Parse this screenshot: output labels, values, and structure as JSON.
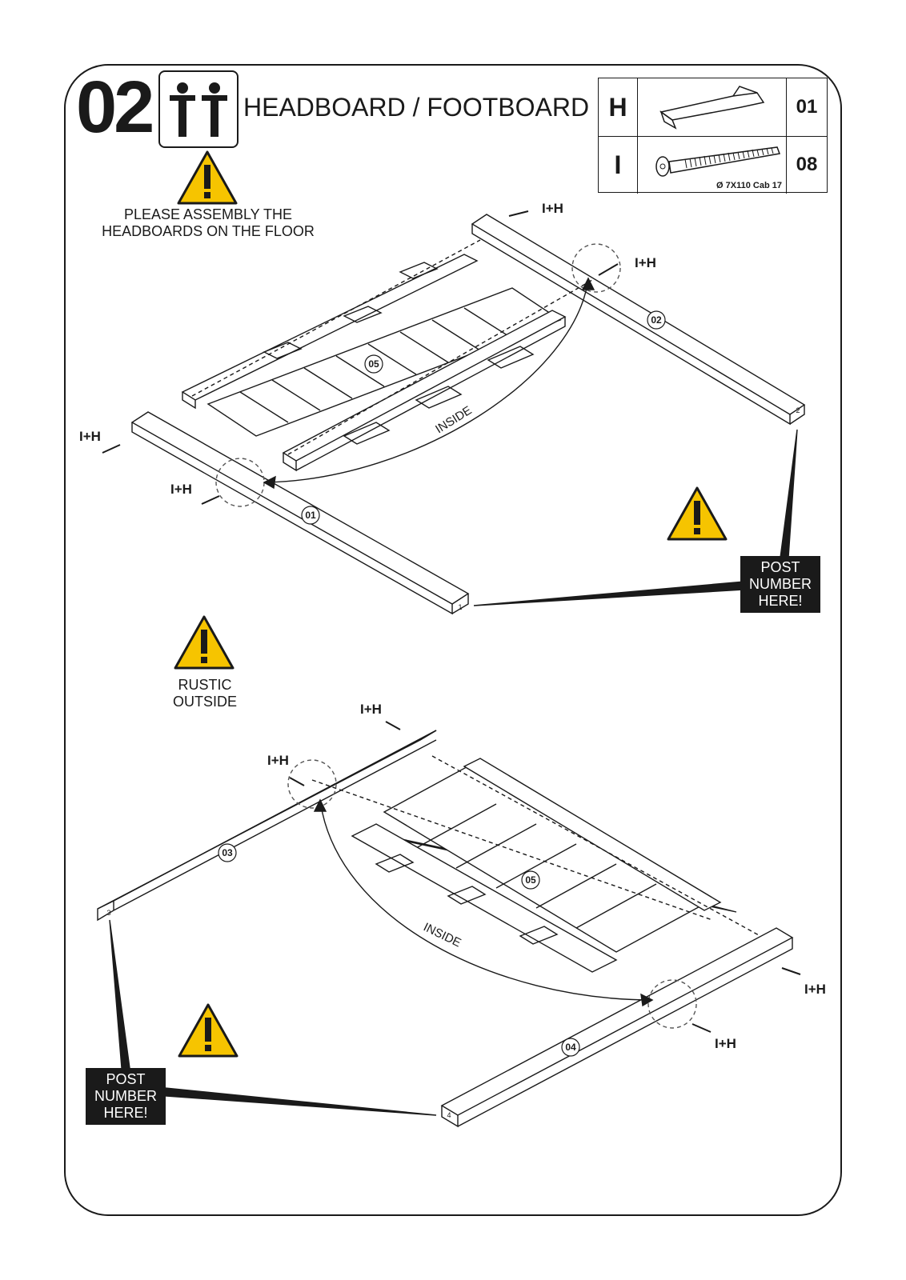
{
  "header": {
    "step_number": "02",
    "people_icon": "two-people-icon",
    "title": "HEADBOARD / FOOTBOARD"
  },
  "parts": [
    {
      "letter": "H",
      "icon": "allen-key-icon",
      "quantity": "01"
    },
    {
      "letter": "I",
      "icon": "bolt-icon",
      "spec": "Ø 7X110 Cab 17",
      "quantity": "08"
    }
  ],
  "notes": {
    "floor_line1": "PLEASE ASSEMBLY THE",
    "floor_line2": "HEADBOARDS ON THE FLOOR",
    "rustic_line1": "RUSTIC",
    "rustic_line2": "OUTSIDE"
  },
  "labels": {
    "hardware": "I+H",
    "inside": "INSIDE",
    "panel": "05",
    "post_01": "01",
    "post_02": "02",
    "post_03": "03",
    "post_04": "04",
    "end_1": "1",
    "end_2": "2",
    "end_3": "3",
    "end_4": "4"
  },
  "callout": {
    "line1": "POST",
    "line2": "NUMBER",
    "line3": "HERE!"
  },
  "colors": {
    "ink": "#1a1a1a",
    "warning_yellow": "#f6c400",
    "paper": "#ffffff"
  }
}
